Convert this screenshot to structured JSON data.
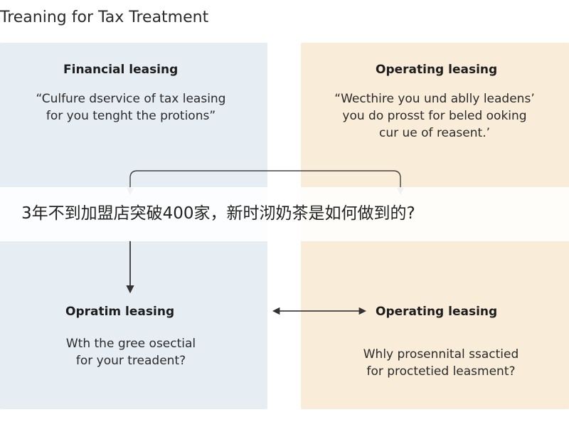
{
  "title": "Treaning for Tax Treatment",
  "top_left": {
    "heading": "Financial leasing",
    "lines": [
      "“Culfure dservice of tax leasing",
      "for you tenght the protions”"
    ]
  },
  "top_right": {
    "heading": "Operating leasing",
    "lines": [
      "“Wecthire you und ablly leadens’",
      "you do prosst for beled ooking",
      "cur ue of reasent.’"
    ]
  },
  "bottom_left": {
    "heading": "Opratim leasing",
    "lines": [
      "Wth the gree osectial",
      "for your treadent?"
    ]
  },
  "bottom_right": {
    "heading": "Operating leasing",
    "lines": [
      "Whly prosennital ssactied",
      "for proctetied leasment?"
    ]
  },
  "overlay": {
    "text": "3年不到加盟店突破400家，新时沏奶茶是如何做到的?"
  },
  "colors": {
    "left_panel": "#e6edf3",
    "right_panel": "#f9edd9",
    "arrow": "#333333",
    "arrow_faint": "#9a9a9a"
  }
}
